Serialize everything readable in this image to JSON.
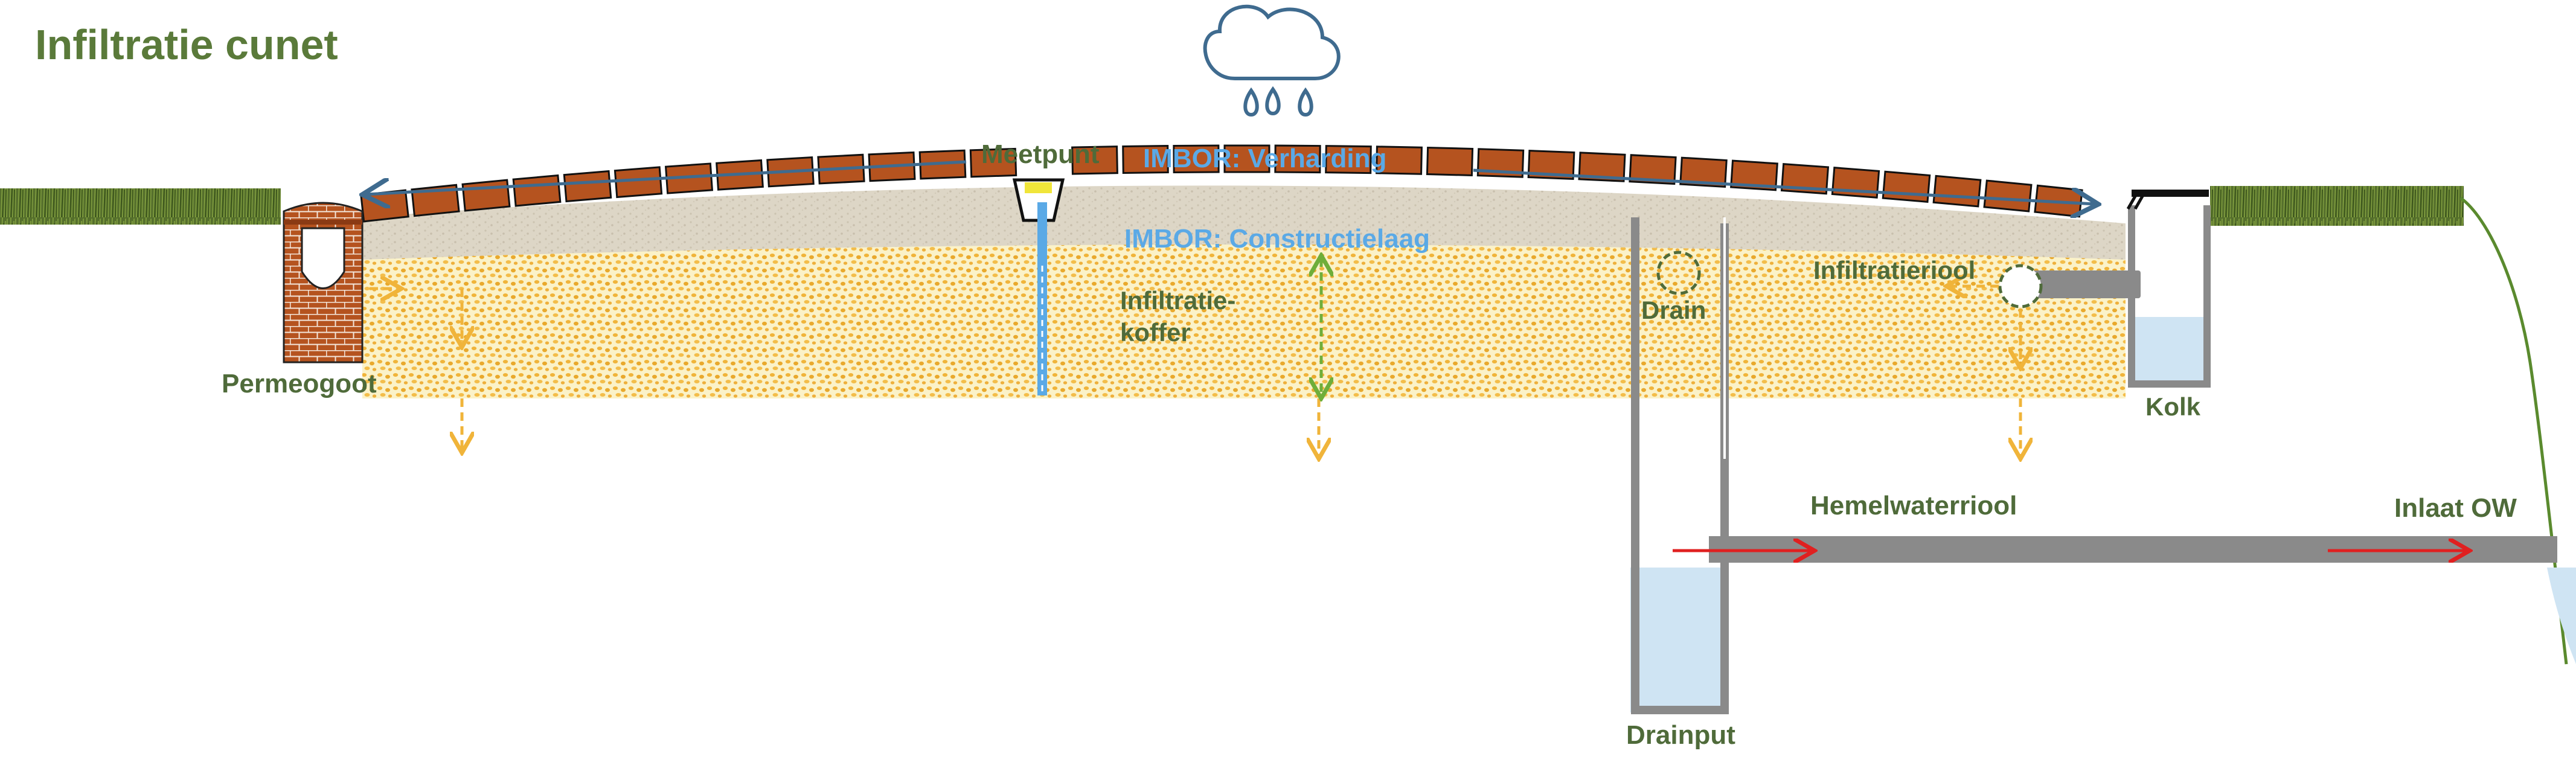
{
  "title": "Infiltratie cunet",
  "labels": {
    "meetpunt": "Meetpunt",
    "imbor_verharding": "IMBOR: Verharding",
    "imbor_constructielaag": "IMBOR: Constructielaag",
    "infiltratiekoffer_line1": "Infiltratie-",
    "infiltratiekoffer_line2": "koffer",
    "permeogoot": "Permeogoot",
    "drain": "Drain",
    "infiltratieriool": "Infiltratieriool",
    "kolk": "Kolk",
    "hemelwaterriool": "Hemelwaterriool",
    "inlaat_ow": "Inlaat OW",
    "drainput": "Drainput"
  },
  "icons": {
    "weather": "rain-cloud-icon",
    "flow": "arrow-icon",
    "grass": "grass-icon"
  },
  "colors": {
    "title": "#5a7a3a",
    "label_green": "#4f6b3a",
    "label_blue": "#5aa9e6",
    "brick": "#b5531f",
    "sand_fill": "#fbf2c8",
    "sand_dots": "#f0b43a",
    "base_layer": "#ddd6c6",
    "flow_arrow_blue": "#3f6b8f",
    "infiltration_arrow_yellow": "#f0b43a",
    "capillary_arrow_green": "#6fae3a",
    "water": "#cfe4f3",
    "pipe": "#8a8a8a",
    "red_arrow": "#e02020",
    "grass": "#4b6b2a"
  }
}
